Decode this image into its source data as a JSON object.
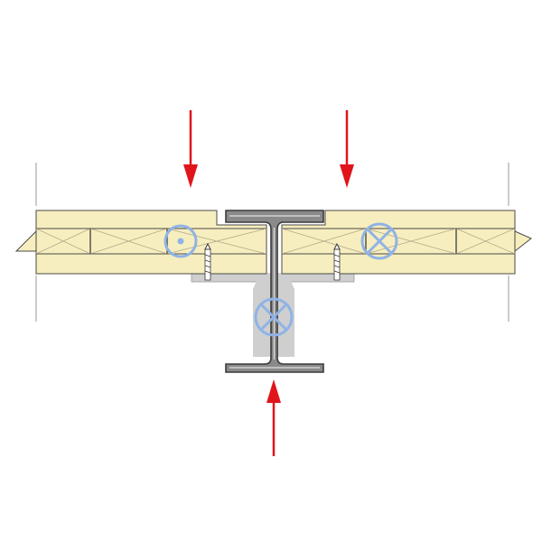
{
  "diagram": {
    "colors": {
      "background": "#ffffff",
      "panel_fill": "#f7eebf",
      "panel_stroke": "#4a4a4a",
      "hatch_stroke": "#b5aa8a",
      "ceiling_fill": "#cfcfcf",
      "steel_fill": "#8a8a8a",
      "steel_dark": "#3a3a3a",
      "steel_light": "#e0e0e0",
      "arrow": "#e0151b",
      "symbol": "#8fb3e6",
      "wall": "#9a9a9a"
    },
    "arrows": [
      {
        "id": "load-left",
        "direction": "down"
      },
      {
        "id": "load-right",
        "direction": "down"
      },
      {
        "id": "reaction-bottom",
        "direction": "up"
      }
    ],
    "symbols": [
      {
        "id": "left-panel",
        "kind": "dot"
      },
      {
        "id": "right-panel",
        "kind": "cross"
      },
      {
        "id": "beam-web",
        "kind": "cross"
      }
    ]
  }
}
